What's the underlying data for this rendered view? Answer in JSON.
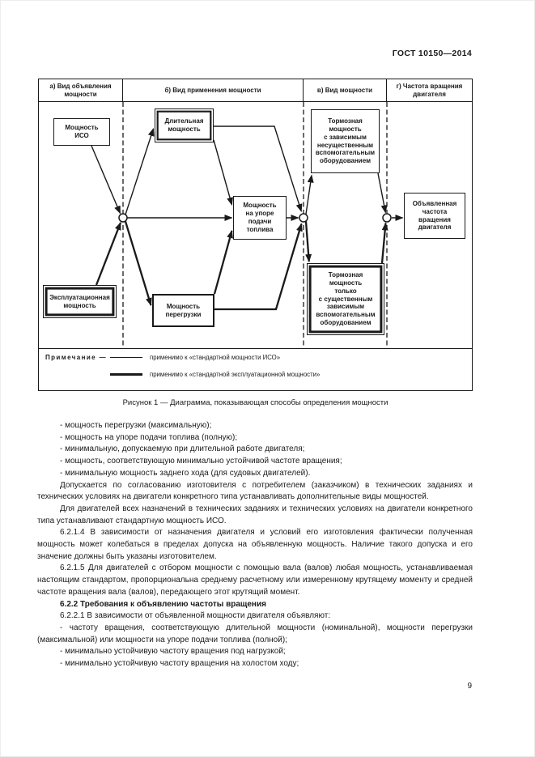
{
  "page": {
    "doc_code": "ГОСТ 10150—2014",
    "page_number": "9",
    "ink_color": "#1a1a1a",
    "paper_color": "#ffffff"
  },
  "figure": {
    "caption": "Рисунок 1 — Диаграмма, показывающая способы определения мощности",
    "column_headers": [
      "а) Вид объявления\nмощности",
      "б) Вид применения мощности",
      "в) Вид мощности",
      "г) Частота вращения\nдвигателя"
    ],
    "boxes": {
      "iso_power": "Мощность\nИСО",
      "operational_power": "Эксплуатационная\nмощность",
      "continuous_power": "Длительная\nмощность",
      "overload_power": "Мощность\nперегрузки",
      "fuel_stop_power": "Мощность\nна упоре\nподачи\nтоплива",
      "brake_power_nonessential": "Тормозная\nмощность\nс зависимым\nнесущественным\nвспомогательным\nоборудованием",
      "brake_power_essential": "Тормозная\nмощность\nтолько\nс существенным\nзависимым\nвспомогательным\nоборудованием",
      "declared_speed": "Объявленная\nчастота\nвращения\nдвигателя"
    },
    "legend": {
      "label": "Примечание —",
      "thin_text": "применимо к «стандартной мощности ИСО»",
      "thick_text": "применимо к «стандартной эксплуатационной мощности»"
    }
  },
  "body": {
    "paragraphs": [
      {
        "style": "item",
        "text": "- мощность перегрузки (максимальную);"
      },
      {
        "style": "item",
        "text": "- мощность на упоре подачи топлива (полную);"
      },
      {
        "style": "item",
        "text": "- минимальную, допускаемую при длительной работе двигателя;"
      },
      {
        "style": "item",
        "text": "- мощность, соответствующую минимально устойчивой частоте вращения;"
      },
      {
        "style": "item",
        "text": "- минимальную мощность заднего хода (для судовых двигателей)."
      },
      {
        "style": "normal",
        "text": "Допускается по согласованию изготовителя с потребителем (заказчиком) в технических заданиях и технических условиях на двигатели конкретного типа устанавливать дополнительные виды мощностей."
      },
      {
        "style": "normal",
        "text": "Для двигателей всех назначений в технических заданиях и технических условиях на двигатели конкретного типа устанавливают стандартную мощность ИСО."
      },
      {
        "style": "normal",
        "text": "6.2.1.4 В зависимости от назначения двигателя и условий его изготовления фактически полученная мощность может колебаться в пределах допуска на объявленную мощность. Наличие такого допуска и его значение должны быть указаны изготовителем."
      },
      {
        "style": "normal",
        "text": "6.2.1.5 Для двигателей с отбором мощности с помощью вала (валов) любая мощность, устанавливаемая настоящим стандартом, пропорциональна среднему расчетному или измеренному крутящему моменту и средней частоте вращения вала (валов), передающего этот крутящий момент."
      },
      {
        "style": "heading",
        "text": "6.2.2 Требования к объявлению частоты вращения"
      },
      {
        "style": "normal",
        "text": "6.2.2.1 В зависимости от объявленной мощности двигателя объявляют:"
      },
      {
        "style": "item",
        "text": "- частоту вращения, соответствующую длительной мощности (номинальной), мощности перегрузки (максимальной) или мощности на упоре подачи топлива (полной);"
      },
      {
        "style": "item",
        "text": "- минимально устойчивую частоту вращения под нагрузкой;"
      },
      {
        "style": "item",
        "text": "- минимально устойчивую частоту вращения на холостом ходу;"
      }
    ]
  }
}
